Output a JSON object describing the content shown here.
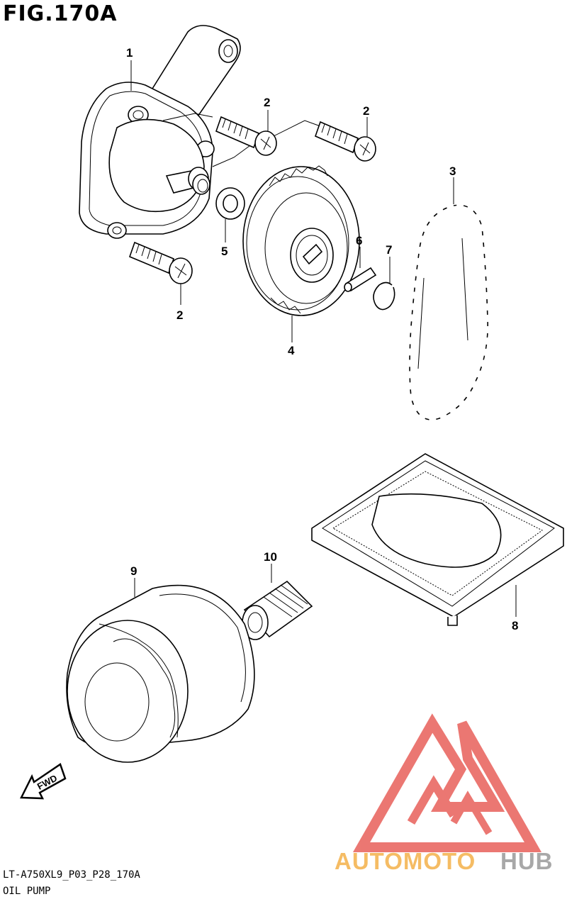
{
  "figure": {
    "title": "FIG.170A",
    "code": "LT-A750XL9_P03_P28_170A",
    "name": "OIL PUMP"
  },
  "callouts": [
    "1",
    "2",
    "2",
    "2",
    "3",
    "4",
    "5",
    "6",
    "7",
    "8",
    "9",
    "10"
  ],
  "direction_label": "FWD",
  "watermark": {
    "text_part1": "AUTOMOTO",
    "text_part2": "HUB",
    "color_red": "#e8605a",
    "color_orange": "#f4b14a",
    "color_gray": "#9a9a9a"
  }
}
